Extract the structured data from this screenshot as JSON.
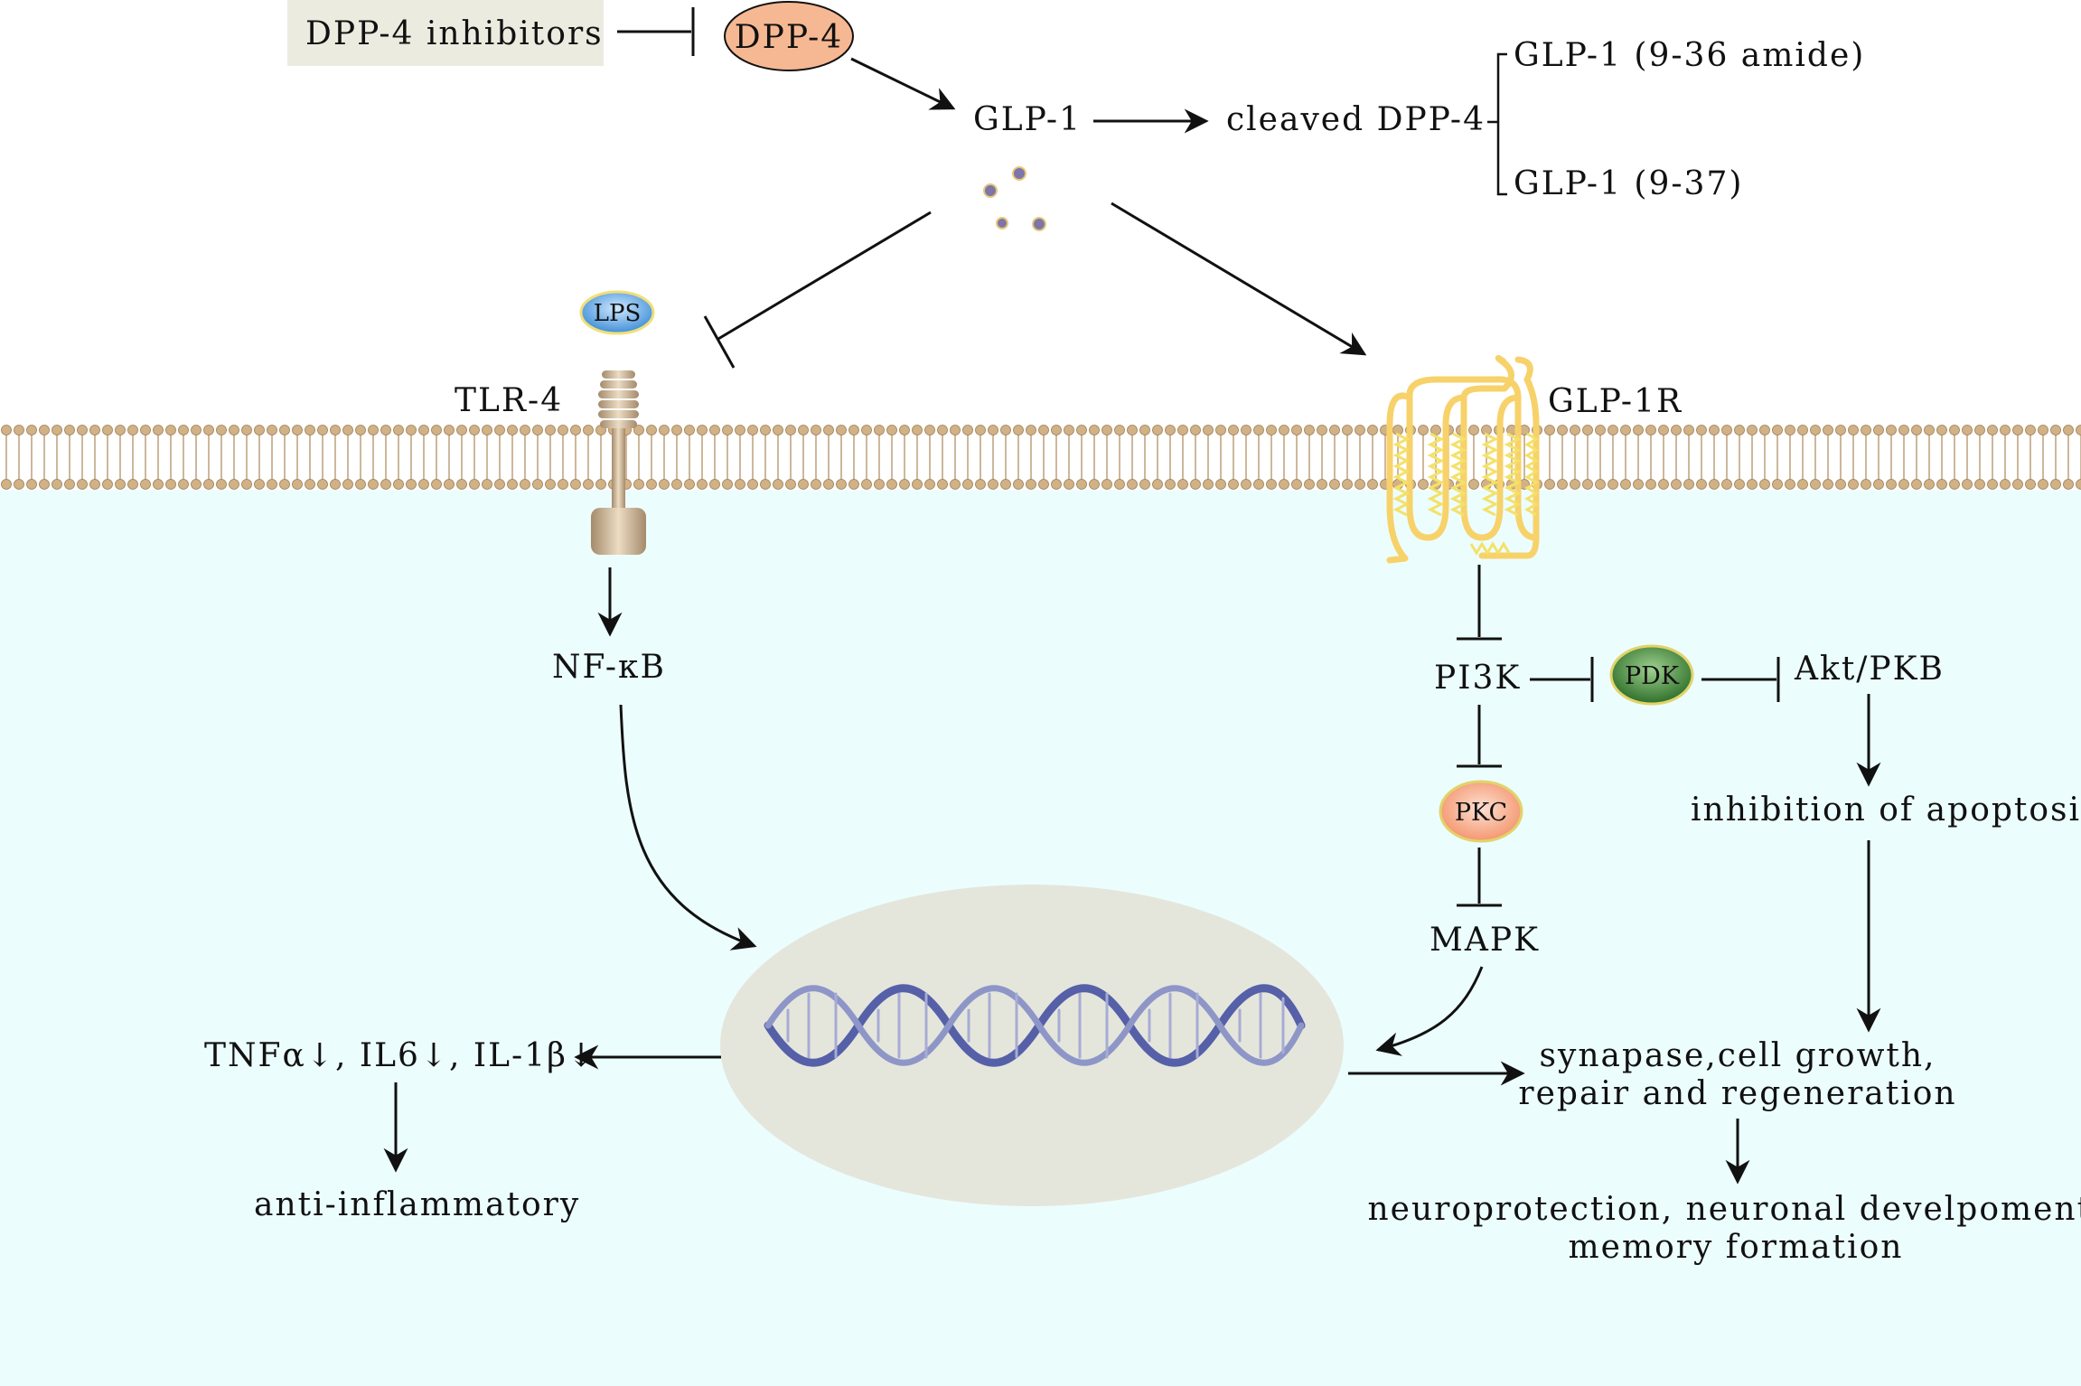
{
  "labels": {
    "dpp4_inhibitors": "DPP-4 inhibitors",
    "dpp4": "DPP-4",
    "glp1": "GLP-1",
    "cleaved_dpp4": "cleaved DPP-4",
    "glp1_9_36": "GLP-1 (9-36 amide)",
    "glp1_9_37": "GLP-1 (9-37)",
    "lps": "LPS",
    "tlr4": "TLR-4",
    "glp1r": "GLP-1R",
    "nfkb": "NF-κB",
    "pi3k": "PI3K",
    "pdk": "PDK",
    "akt": "Akt/PKB",
    "pkc": "PKC",
    "mapk": "MAPK",
    "inhibition_apoptosis": "inhibition of apoptosis",
    "cytokines": "TNFα↓, IL6↓, IL-1β↓",
    "anti_inflammatory": "anti-inflammatory",
    "synapse_line1": "synapase,cell growth,",
    "synapse_line2": "repair and regeneration",
    "neuro_line1": "neuroprotection, neuronal develpoment,",
    "neuro_line2": "memory formation"
  },
  "colors": {
    "cytoplasm": "#ecfdfd",
    "membrane_head": "#c8a778",
    "nucleus": "#e4e6dc",
    "dpp4_fill": "#f6b892",
    "dpp4_inhibitors_box": "#ecebe0",
    "receptor_yellow": "#f7d26a",
    "lps_blue": "#5ea9e4",
    "pdk_green": "#3f8a3a",
    "pkc_orange": "#f6a27c",
    "dna_blue": "#5660a8"
  }
}
